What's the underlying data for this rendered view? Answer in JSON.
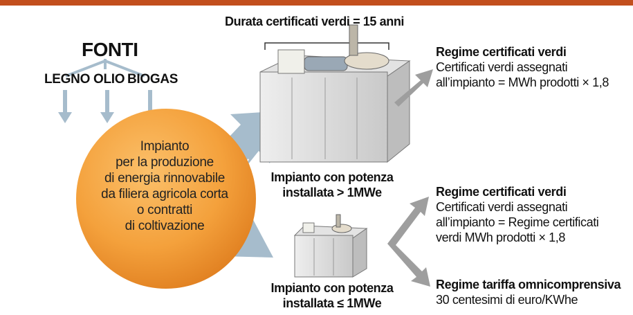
{
  "title": "FONTI",
  "sources": [
    "LEGNO",
    "OLIO",
    "BIOGAS"
  ],
  "plant_text": [
    "Impianto",
    "per la produzione",
    "di energia rinnovabile",
    "da filiera agricola corta",
    "o contratti",
    "di coltivazione"
  ],
  "duration_label": "Durata certificati verdi = 15 anni",
  "big_plant_label": [
    "Impianto con potenza",
    "installata > 1MWe"
  ],
  "small_plant_label": [
    "Impianto con potenza",
    "installata ≤ 1MWe"
  ],
  "regime1": {
    "title": "Regime certificati verdi",
    "lines": [
      "Certificati verdi assegnati",
      "all’impianto = MWh prodotti × 1,8"
    ]
  },
  "regime2": {
    "title": "Regime certificati verdi",
    "lines": [
      "Certificati verdi assegnati",
      "all’impianto = Regime certificati",
      "verdi MWh prodotti × 1,8"
    ]
  },
  "regime3": {
    "title": "Regime tariffa omnicomprensiva",
    "lines": [
      "30 centesimi di euro/KWhe"
    ]
  },
  "colors": {
    "accent_bar": "#c24f1d",
    "circle": "#f4a13c",
    "arrow_blue": "#a6bccc",
    "arrow_gray": "#9e9e9e"
  }
}
